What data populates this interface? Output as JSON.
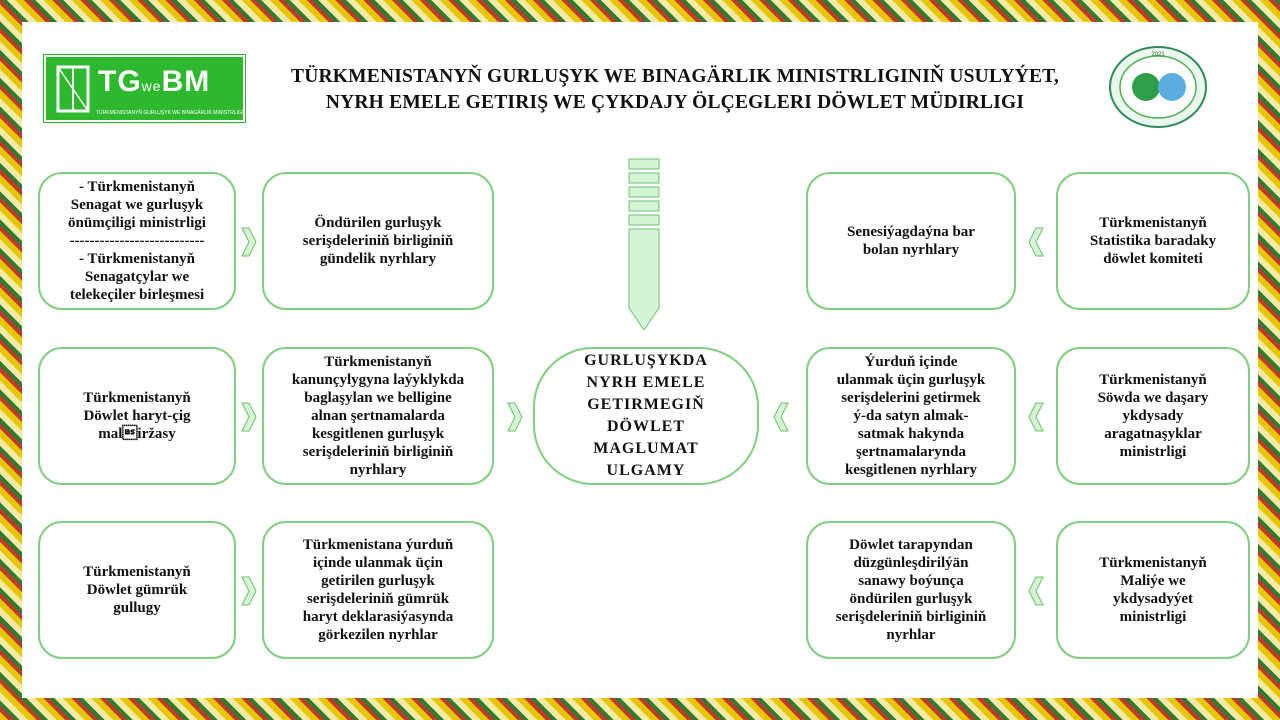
{
  "header": {
    "logo_text": "TG",
    "logo_text_small": "we",
    "logo_text_end": "BM",
    "logo_subtitle": "TÜRKMENISTANYŇ GURLUŞYK WE BINAGÄRLIK MINISTRLIGI",
    "title_line1": "TÜRKMENISTANYŇ GURLUŞYK WE BINAGÄRLIK MINISTRLIGINIŇ USULYÝET,",
    "title_line2": "NYRH EMELE GETIRIŞ WE ÇYKDAJY ÖLÇEGLERI DÖWLET MÜDIRLIGI",
    "emblem_year": "2021"
  },
  "center": {
    "text": "GURLUŞYKDA\nNYRH EMELE\nGETIRMEGIŇ\nDÖWLET\nMAGLUMAT\nULGAMY"
  },
  "left_sources": [
    "- Türkmenistanyň\nSenagat we gurluşyk\nönümçiligi ministrligi\n---------------------------\n- Türkmenistanyň\nSenagatçylar we\ntelekeçiler birleşmesi",
    "Türkmenistanyň\nDöwlet haryt-çig mal\biržasy",
    "Türkmenistanyň\nDöwlet gümrük\ngullugy"
  ],
  "left_data": [
    "Öndürilen gurluşyk\nserişdeleriniň birliginiň\ngündelik nyrhlary",
    "Türkmenistanyň\nkanunçylygyna laýyklykda\nbaglaşylan we belligine\nalnan şertnamalarda\nkesgitlenen gurluşyk\nserişdeleriniň birliginiň\nnyrhlary",
    "Türkmenistana ýurduň\niçinde ulanmak üçin\ngetirilen gurluşyk\nserişdeleriniň gümrük\nharyt deklarasiýasynda\ngörkezilen nyrhlar"
  ],
  "right_data": [
    "Senesiýagdaýna bar\nbolan nyrhlary",
    "Ýurduň içinde\nulanmak üçin gurluşyk\nserişdelerini getirmek\ný-da satyn almak-\nsatmak hakynda\nşertnamalarynda\nkesgitlenen nyrhlary",
    "Döwlet tarapyndan\ndüzgünleşdirilýän\nsanawy boýunça\nöndürilen gurluşyk\nserişdeleriniň birliginiň\nnyrhlar"
  ],
  "right_sources": [
    "Türkmenistanyň\nStatistika baradaky\ndöwlet komiteti",
    "Türkmenistanyň\nSöwda we daşary\nykdysady\naragatnaşyklar\nministrligi",
    "Türkmenistanyň\nMaliýe we\nykdysadyýet\nministrligi"
  ],
  "colors": {
    "box_border": "#7fcf7f",
    "logo_green": "#2eb82e",
    "arrow_fill": "#d6f5d6"
  }
}
